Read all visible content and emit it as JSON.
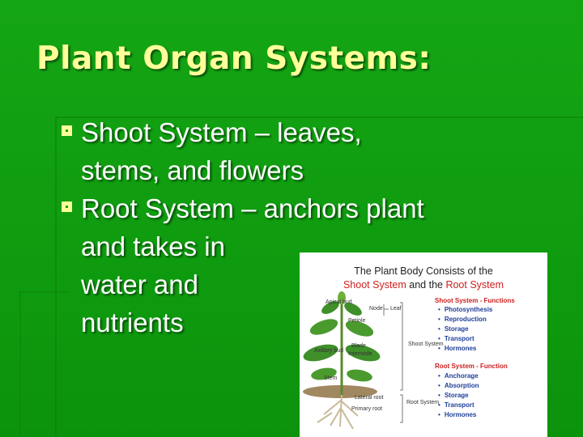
{
  "slide": {
    "title": "Plant Organ Systems:",
    "bullets": [
      {
        "lines": [
          "Shoot System – leaves,",
          "stems, and flowers"
        ]
      },
      {
        "lines": [
          "Root System – anchors plant",
          "and takes in",
          "water and",
          "nutrients"
        ]
      }
    ]
  },
  "diagram": {
    "title_line1": "The Plant Body Consists of the",
    "title_line2_a": "Shoot System",
    "title_line2_b": " and the ",
    "title_line2_c": "Root System",
    "labels": {
      "apical_bud": "Apical bud",
      "node": "Node",
      "leaf": "Leaf",
      "petiole": "Petiole",
      "axillary_bud": "Axillary bud",
      "blade": "Blade",
      "internode": "Internode",
      "stem": "Stem",
      "shoot_system": "Shoot System",
      "lateral_root": "Lateral root",
      "primary_root": "Primary root",
      "root_system": "Root System"
    },
    "shoot_heading": "Shoot System - Functions",
    "shoot_functions": [
      "Photosynthesis",
      "Reproduction",
      "Storage",
      "Transport",
      "Hormones"
    ],
    "root_heading": "Root System - Function",
    "root_functions": [
      "Anchorage",
      "Absorption",
      "Storage",
      "Transport",
      "Hormones"
    ],
    "bullet_glyph": "•"
  },
  "colors": {
    "background": "#12a012",
    "title": "#ffff99",
    "body_text": "#ffffff",
    "diagram_red": "#cc1f1f",
    "diagram_blue": "#1f3f99"
  }
}
